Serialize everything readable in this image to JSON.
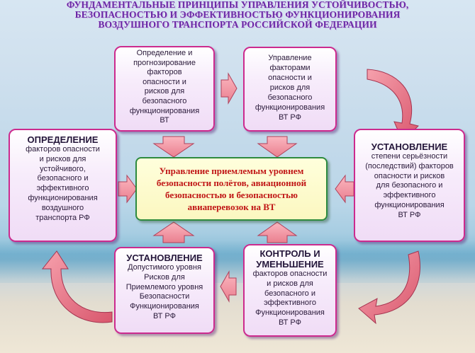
{
  "title": {
    "lines": [
      "ФУНДАМЕНТАЛЬНЫЕ ПРИНЦИПЫ УПРАВЛЕНИЯ УСТОЙЧИВОСТЬЮ,",
      "БЕЗОПАСНОСТЬЮ И ЭФФЕКТИВНОСТЬЮ ФУНКЦИОНИРОВАНИЯ",
      "ВОЗДУШНОГО ТРАНСПОРТА РОССИЙСКОЙ ФЕДЕРАЦИИ"
    ]
  },
  "center": {
    "lines": [
      "Управление приемлемым уровнем",
      "безопасности полётов, авиационной",
      "безопасностью и безопасностью",
      "авиаперевозок на ВТ"
    ]
  },
  "boxes": {
    "top_left": {
      "lines": [
        "Определение и",
        "прогнозирование",
        "факторов",
        "опасности и",
        "рисков для",
        "безопасного",
        "функционирования",
        "ВТ"
      ]
    },
    "top_right": {
      "lines": [
        "Управление",
        "факторами",
        "опасности и",
        "рисков для",
        "безопасного",
        "функционирования",
        "ВТ РФ"
      ]
    },
    "left": {
      "heading": "ОПРЕДЕЛЕНИЕ",
      "lines": [
        "факторов опасности",
        "и рисков для",
        "устойчивого,",
        "безопасного и",
        "эффективного",
        "функционирования",
        "воздушного",
        "транспорта РФ"
      ]
    },
    "right": {
      "heading": "УСТАНОВЛЕНИЕ",
      "lines": [
        "степени серьёзности",
        "(последствий) факторов",
        "опасности и рисков",
        "для безопасного и",
        "эффективного",
        "функционирования",
        "ВТ РФ"
      ]
    },
    "bottom_left": {
      "heading": "УСТАНОВЛЕНИЕ",
      "lines": [
        "Допустимого уровня",
        "Рисков для",
        "Приемлемого уровня",
        "Безопасности",
        "Функционирования",
        "ВТ РФ"
      ]
    },
    "bottom_right": {
      "heading_lines": [
        "КОНТРОЛЬ И",
        "УМЕНЬШЕНИЕ"
      ],
      "lines": [
        "факторов опасности",
        "и рисков для",
        "безопасного и",
        "эффективного",
        "Функционирования",
        "ВТ РФ"
      ]
    }
  },
  "colors": {
    "box_border": "#cc2a8e",
    "center_border": "#2d8a3e",
    "center_text": "#c01515",
    "title_text": "#6a2aa6",
    "arrow_fill": "#f59aa6",
    "arrow_stroke": "#b0405a"
  }
}
